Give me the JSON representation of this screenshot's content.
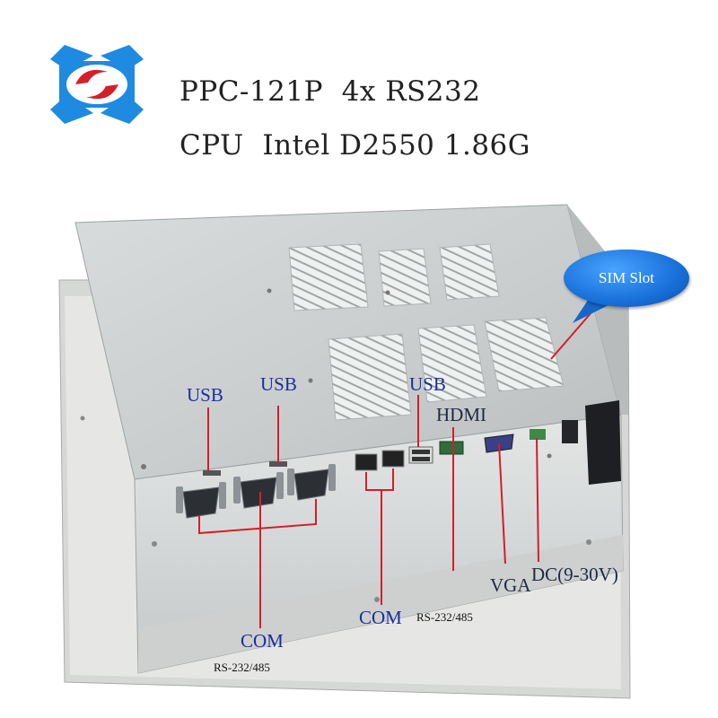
{
  "header": {
    "line1": "PPC-121P  4x RS232",
    "line2": "CPU  Intel D2550 1.86G"
  },
  "callouts": {
    "sim_slot": "SIM Slot",
    "usb_1": "USB",
    "usb_2": "USB",
    "usb_3": "USB",
    "hdmi": "HDMI",
    "com_left": "COM",
    "com_left_sub": "RS-232/485",
    "com_mid": "COM",
    "com_mid_sub": "RS-232/485",
    "vga": "VGA",
    "dc": "DC(9-30V)"
  },
  "colors": {
    "label_text": "#1a2f9a",
    "pointer_line": "#d21f2a",
    "sim_bubble": "#1870d9",
    "logo_blue": "#1e8be0",
    "logo_red": "#d3202a"
  }
}
